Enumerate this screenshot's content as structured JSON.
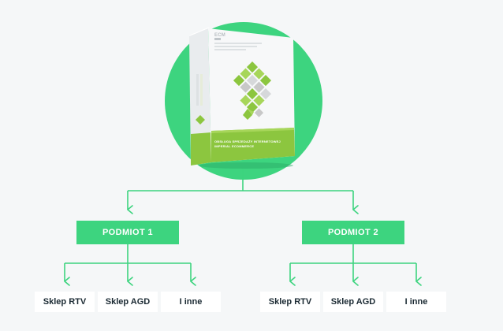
{
  "product": {
    "brand": "ECM",
    "subtitle": "Obsługa sprzedaży internetowej imperial eCommerce",
    "box_caption_line1": "Obsługa sprzedaży internetowej",
    "box_caption_line2": "imperial eCommerce",
    "spine_text": "imperial eCommerce",
    "spine_brand": "ECM"
  },
  "diagram": {
    "subjects": [
      {
        "label": "PODMIOT 1",
        "shops": [
          "Sklep RTV",
          "Sklep AGD",
          "I inne"
        ]
      },
      {
        "label": "PODMIOT 2",
        "shops": [
          "Sklep RTV",
          "Sklep AGD",
          "I inne"
        ]
      }
    ]
  },
  "colors": {
    "accent_green": "#3dd47f",
    "logo_green": "#8cc63f",
    "logo_grey": "#c8c8c8",
    "background": "#f5f7f8",
    "text_dark": "#1b2a33"
  }
}
